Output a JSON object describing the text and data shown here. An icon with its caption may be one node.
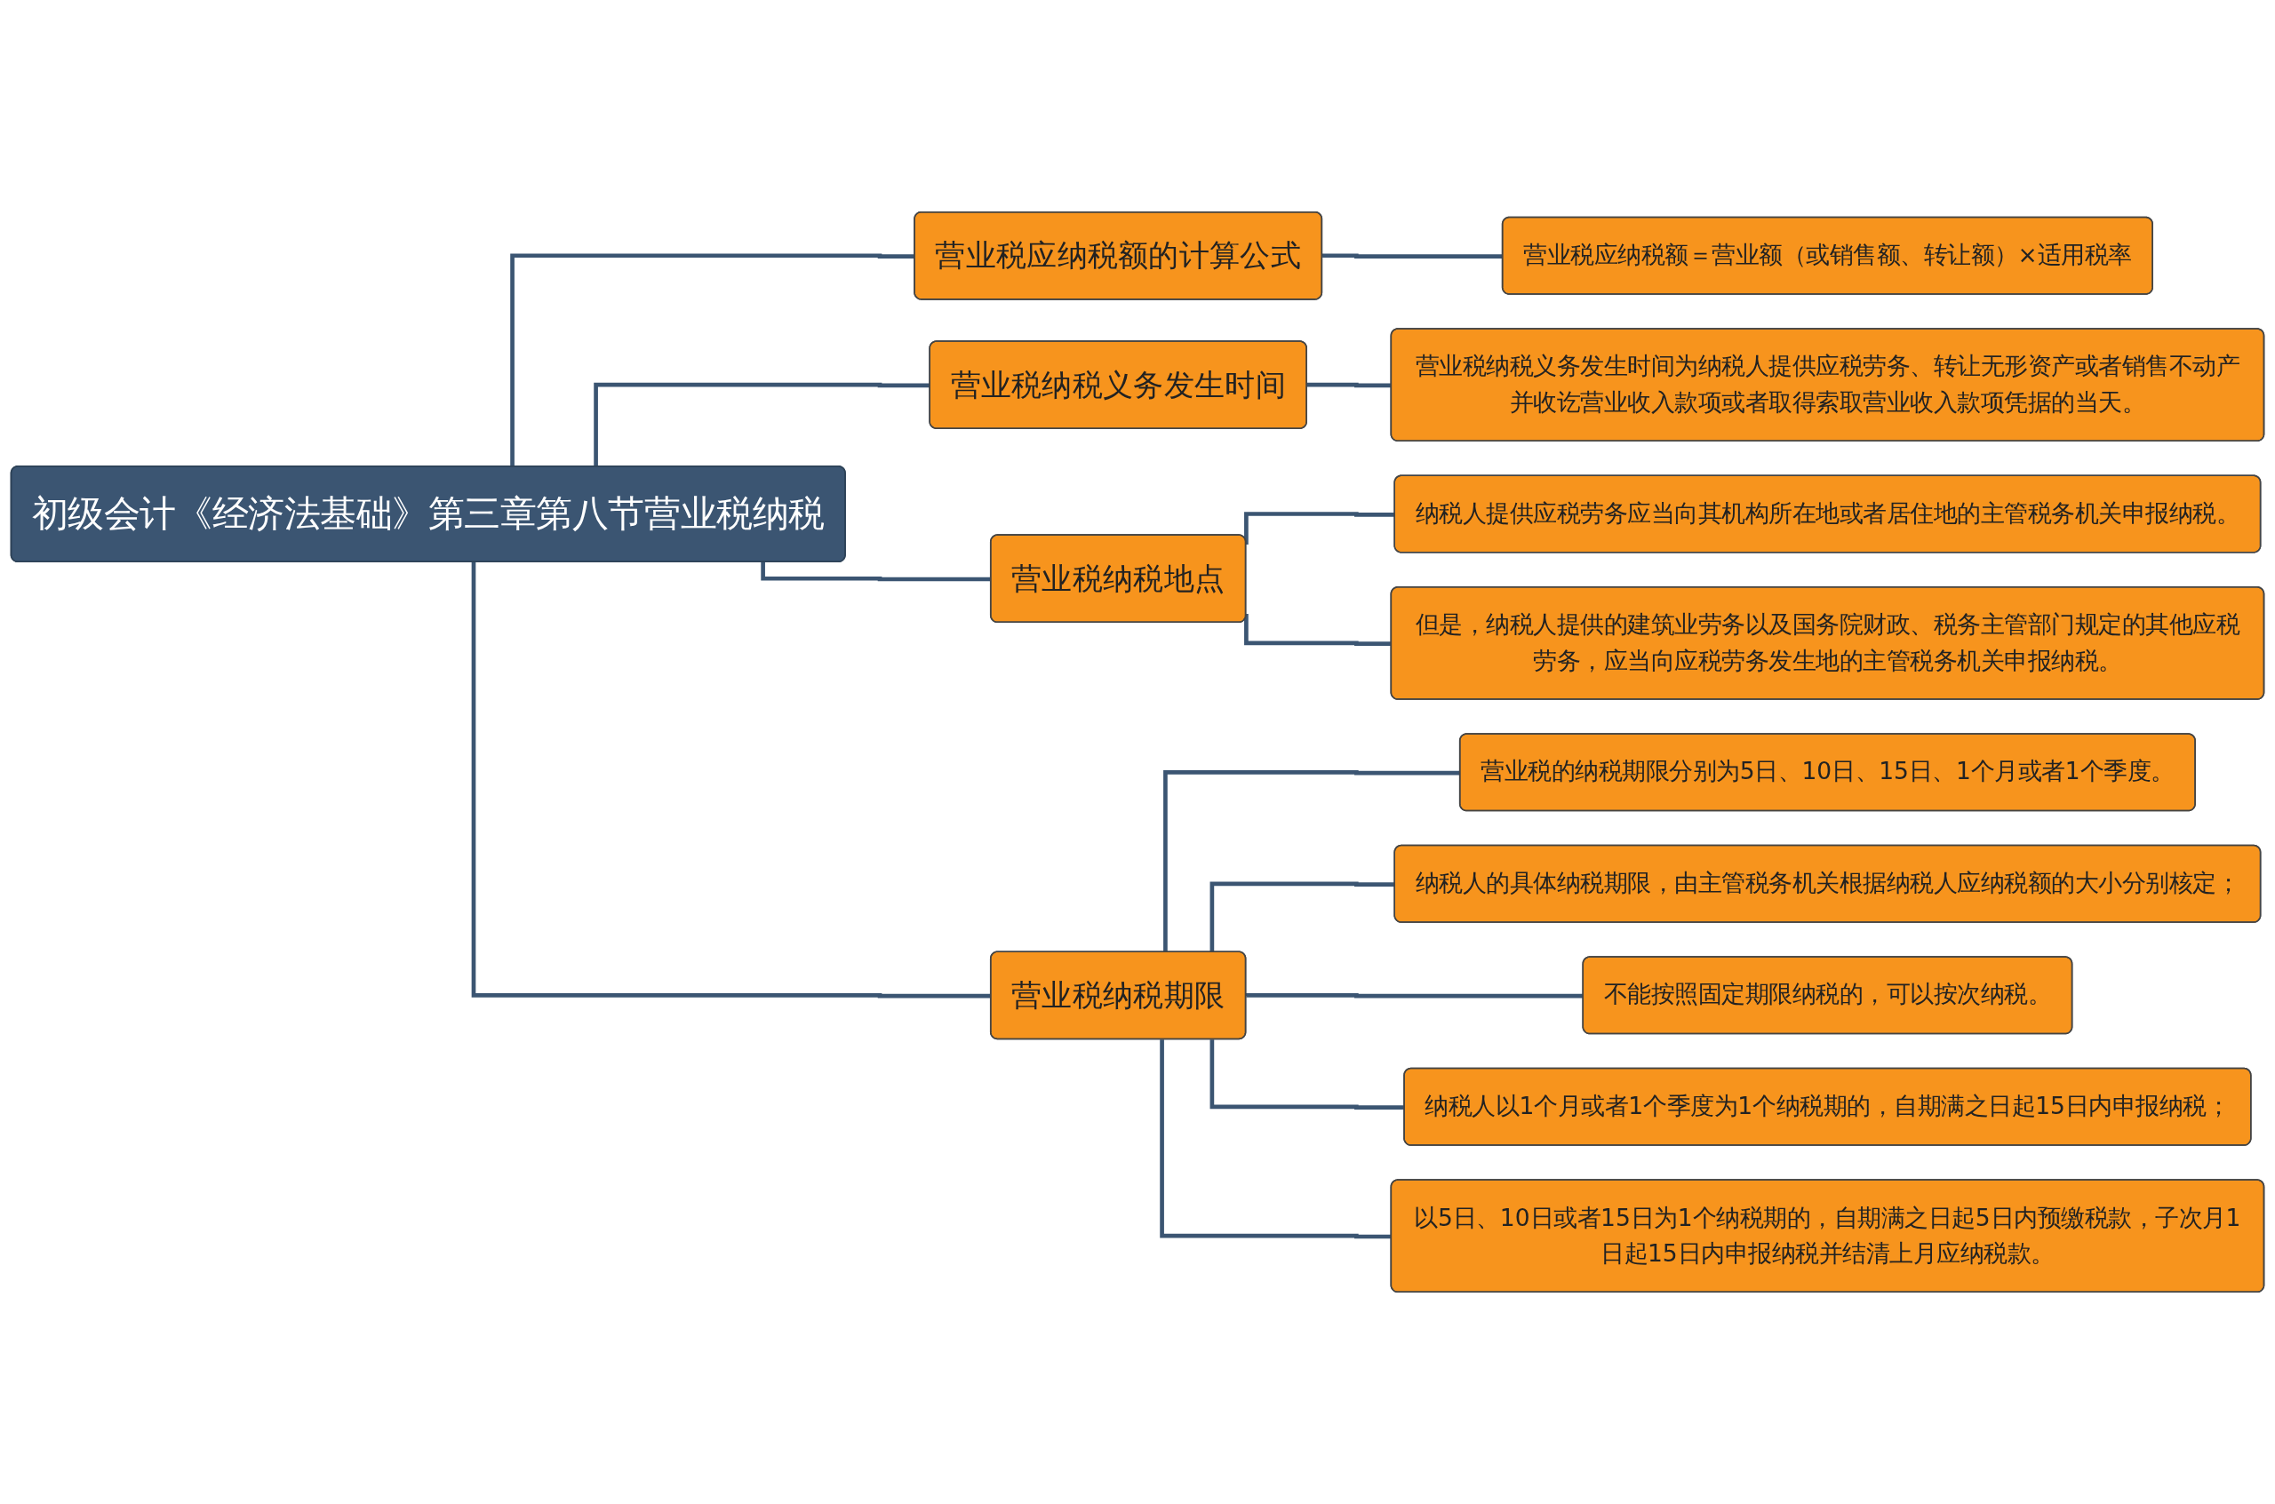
{
  "diagram": {
    "nodes": [
      {
        "text": [
          "初级会计《经济法基础》第三章第八节营业税纳税"
        ]
      },
      {
        "text": [
          "营业税应纳税额的计算公式"
        ]
      },
      {
        "text": [
          "营业税应纳税额＝营业额（或销售额、转让额）×适用税率"
        ]
      },
      {
        "text": [
          "营业税纳税义务发生时间"
        ]
      },
      {
        "text": [
          "营业税纳税义务发生时间为纳税人提供应税劳务、转让无形资产或者销售不动产并收讫营业收入款项或者取得索取营业收入款项凭据的当天。"
        ]
      },
      {
        "text": [
          "营业税纳税地点"
        ]
      },
      {
        "text": [
          "纳税人提供应税劳务应当向其机构所在地或者居住地的主管税务机关申报纳税。"
        ]
      },
      {
        "text": [
          "但是，纳税人提供的建筑业劳务以及国务院财政、税务主管部门规定的其他应税劳务，应当向应税劳务发生地的主管税务机关申报纳税。"
        ]
      },
      {
        "text": [
          "营业税纳税期限"
        ]
      },
      {
        "text": [
          "营业税的纳税期限分别为5日、10日、15日、1个月或者1个季度。"
        ]
      },
      {
        "text": [
          "纳税人的具体纳税期限，由主管税务机关根据纳税人应纳税额的大小分别核定；"
        ]
      },
      {
        "text": [
          "不能按照固定期限纳税的，可以按次纳税。"
        ]
      },
      {
        "text": [
          "纳税人以1个月或者1个季度为1个纳税期的，自期满之日起15日内申报纳税；"
        ]
      },
      {
        "text": [
          "以5日、10日或者15日为1个纳税期的，自期满之日起5日内预缴税款，子次月1日起15日内申报纳税并结清上月应纳税款。"
        ]
      }
    ],
    "edges": [
      {
        "from": 0,
        "to": 1,
        "arrow": "none"
      },
      {
        "from": 1,
        "to": 2,
        "arrow": "none"
      },
      {
        "from": 0,
        "to": 3,
        "arrow": "none"
      },
      {
        "from": 3,
        "to": 4,
        "arrow": "none"
      },
      {
        "from": 0,
        "to": 5,
        "arrow": "none"
      },
      {
        "from": 5,
        "to": 6,
        "arrow": "none"
      },
      {
        "from": 5,
        "to": 7,
        "arrow": "none"
      },
      {
        "from": 0,
        "to": 8,
        "arrow": "none"
      },
      {
        "from": 8,
        "to": 9,
        "arrow": "none"
      },
      {
        "from": 8,
        "to": 10,
        "arrow": "none"
      },
      {
        "from": 8,
        "to": 11,
        "arrow": "none"
      },
      {
        "from": 8,
        "to": 12,
        "arrow": "none"
      },
      {
        "from": 8,
        "to": 13,
        "arrow": "none"
      }
    ]
  }
}
